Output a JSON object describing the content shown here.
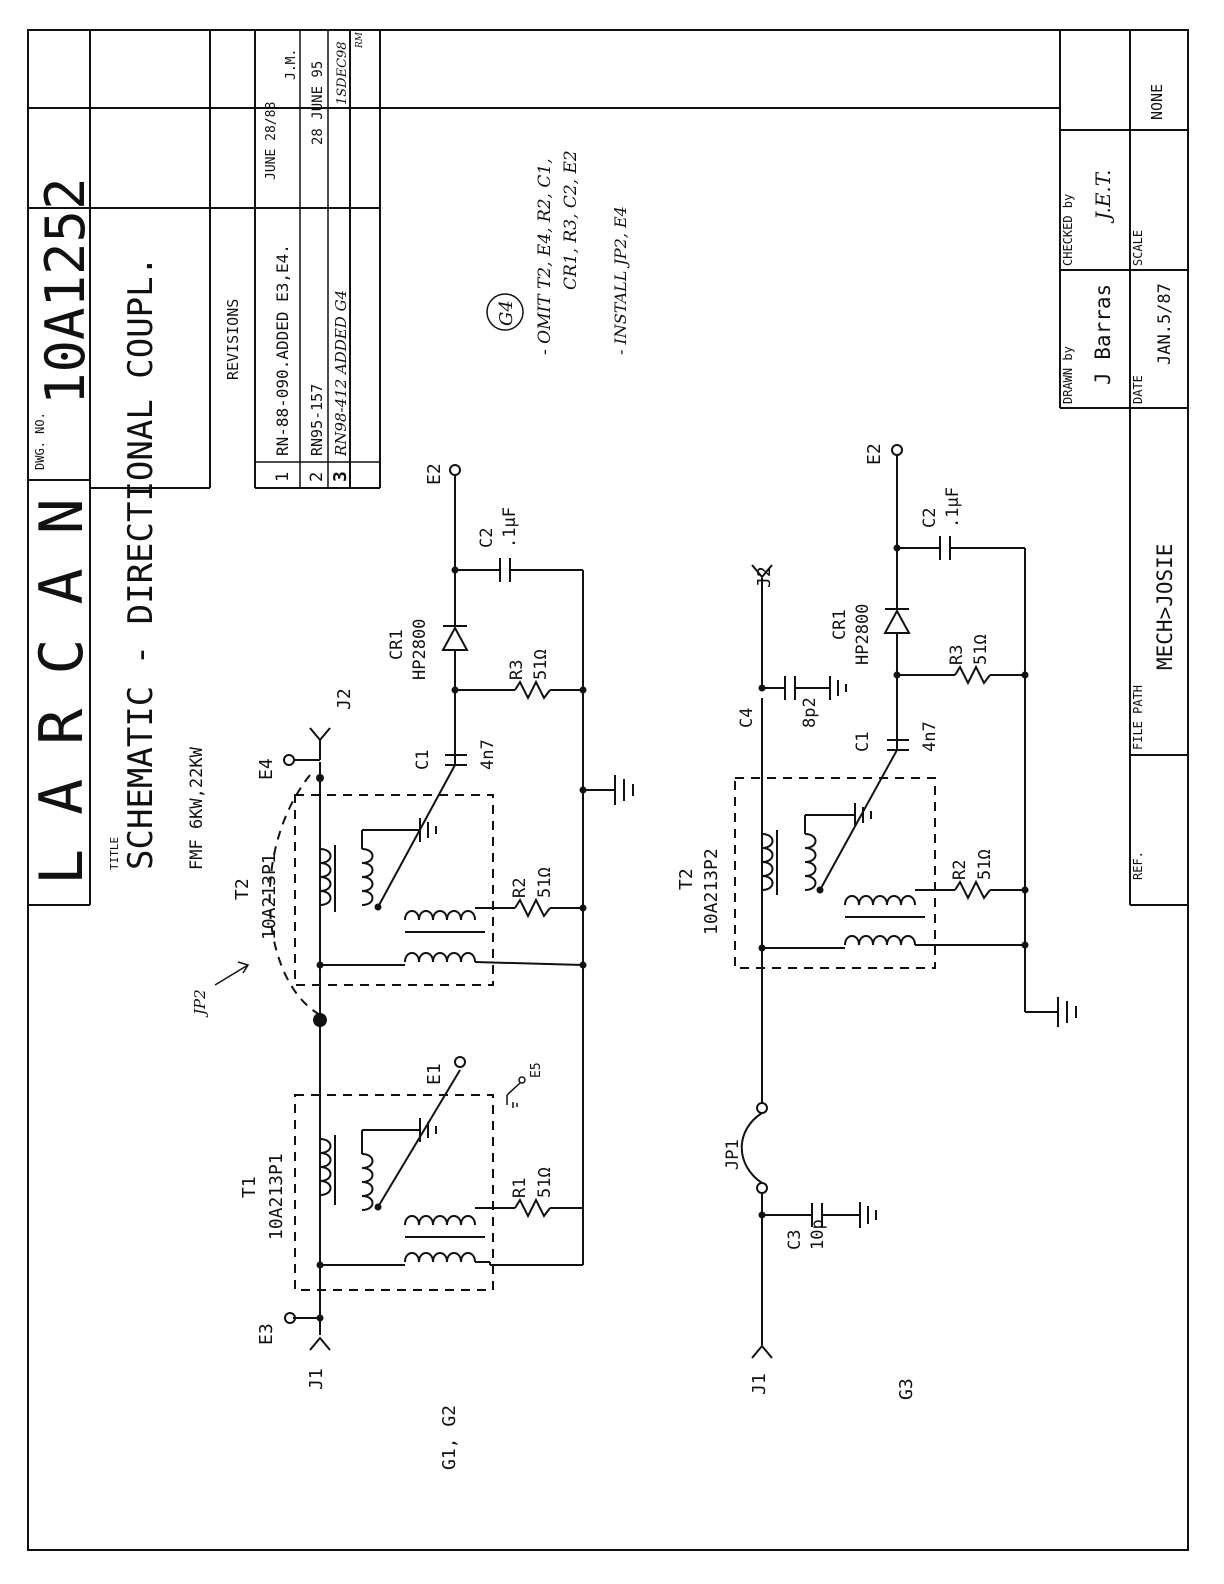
{
  "title_block": {
    "company": "LARCAN",
    "dwg_no_label": "DWG. NO.",
    "dwg_no": "10A1252",
    "title_label": "TITLE",
    "title": "SCHEMATIC - DIRECTIONAL COUPL.",
    "subtitle": "FMF 6KW,22KW",
    "revisions_header": "REVISIONS",
    "revisions": [
      {
        "num": "1",
        "text": "RN-88-090.ADDED E3,E4.",
        "date": "JUNE 28/88",
        "by": "J.M."
      },
      {
        "num": "2",
        "text": "RN95-157",
        "date": "28 JUNE 95",
        "by": ""
      },
      {
        "num": "3",
        "text": "RN98-412 ADDED G4",
        "date": "1SDEC98",
        "by": "RM"
      }
    ],
    "drawn_by_label": "DRAWN by",
    "drawn_by": "J Barras",
    "checked_by_label": "CHECKED by",
    "checked_by": "J.E.T.",
    "date_label": "DATE",
    "date": "JAN.5/87",
    "scale_label": "SCALE",
    "scale": "NONE",
    "ref_label": "REF.",
    "file_path_label": "FILE PATH",
    "file_path": "MECH>JOSIE"
  },
  "notes": {
    "g4_tag": "G4",
    "note1_line1": "- OMIT T2, E4, R2, C1,",
    "note1_line2": "CR1, R3, C2, E2",
    "note2": "- INSTALL JP2, E4"
  },
  "circuit_top": {
    "group_label": "G1, G2",
    "J1": "J1",
    "J2": "J2",
    "E1": "E1",
    "E2": "E2",
    "E3": "E3",
    "E4": "E4",
    "E5": "E5",
    "T1_ref": "T1",
    "T1_part": "10A213P1",
    "T2_ref": "T2",
    "T2_part": "10A213P1",
    "R1_ref": "R1",
    "R1_val": "51Ω",
    "R2_ref": "R2",
    "R2_val": "51Ω",
    "R3_ref": "R3",
    "R3_val": "51Ω",
    "C1_ref": "C1",
    "C1_val": "4n7",
    "C2_ref": "C2",
    "C2_val": ".1µF",
    "CR1_ref": "CR1",
    "CR1_part": "HP2800",
    "JP2": "JP2"
  },
  "circuit_bottom": {
    "group_label": "G3",
    "J1": "J1",
    "J2": "J2",
    "E2": "E2",
    "T2_ref": "T2",
    "T2_part": "10A213P2",
    "R2_ref": "R2",
    "R2_val": "51Ω",
    "R3_ref": "R3",
    "R3_val": "51Ω",
    "C1_ref": "C1",
    "C1_val": "4n7",
    "C2_ref": "C2",
    "C2_val": ".1µF",
    "C3_ref": "C3",
    "C3_val": "10p",
    "C4_ref": "C4",
    "C4_val": "8p2",
    "CR1_ref": "CR1",
    "CR1_part": "HP2800",
    "JP1": "JP1"
  }
}
